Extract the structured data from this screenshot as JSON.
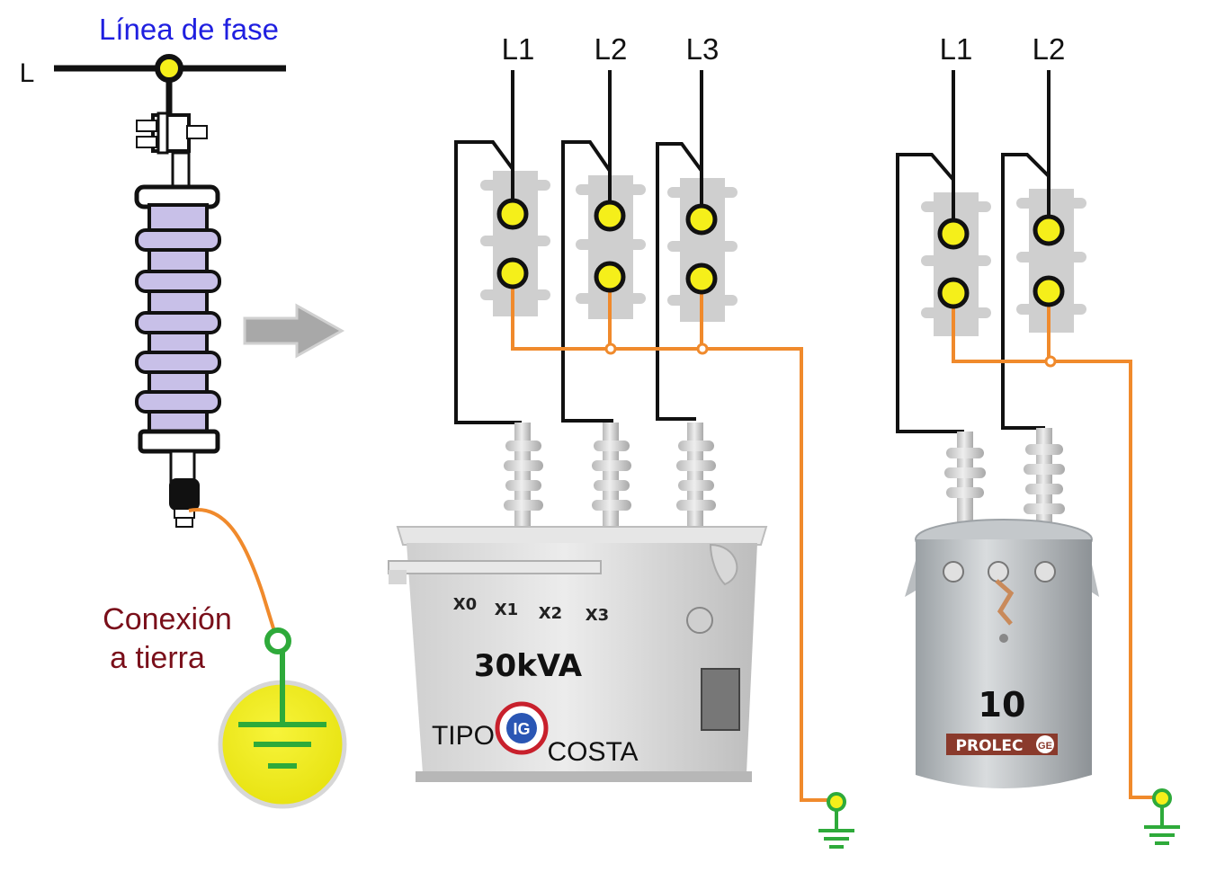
{
  "labels": {
    "phase_line_title": "Línea de fase",
    "line_letter": "L",
    "ground_connection_line1": "Conexión",
    "ground_connection_line2": "a tierra"
  },
  "three_phase": {
    "lines": [
      "L1",
      "L2",
      "L3"
    ],
    "terminals": [
      "X0",
      "X1",
      "X2",
      "X3"
    ],
    "rating": "30kVA",
    "type_word": "TIPO",
    "type_value": "COSTA",
    "logo_text": "IG"
  },
  "single_phase": {
    "lines": [
      "L1",
      "L2"
    ],
    "rating": "10",
    "brand": "PROLEC",
    "brand_mark": "GE"
  },
  "colors": {
    "phase_title": "#1f1fe0",
    "ground_label": "#7a0f1a",
    "wire_black": "#111111",
    "ground_wire": "#f08a2c",
    "ground_symbol": "#2eaa3a",
    "terminal_fill": "#f5ef1a",
    "arrester_body": "#c8c0e8",
    "bushing_gray": "#cfcfcf",
    "tank_gray": "#dcdcdc",
    "ground_disc": "#f2ef22"
  },
  "icons": [
    "arrester-icon",
    "arrow-right-icon",
    "ground-symbol-icon",
    "transformer-icon",
    "bushing-icon"
  ]
}
